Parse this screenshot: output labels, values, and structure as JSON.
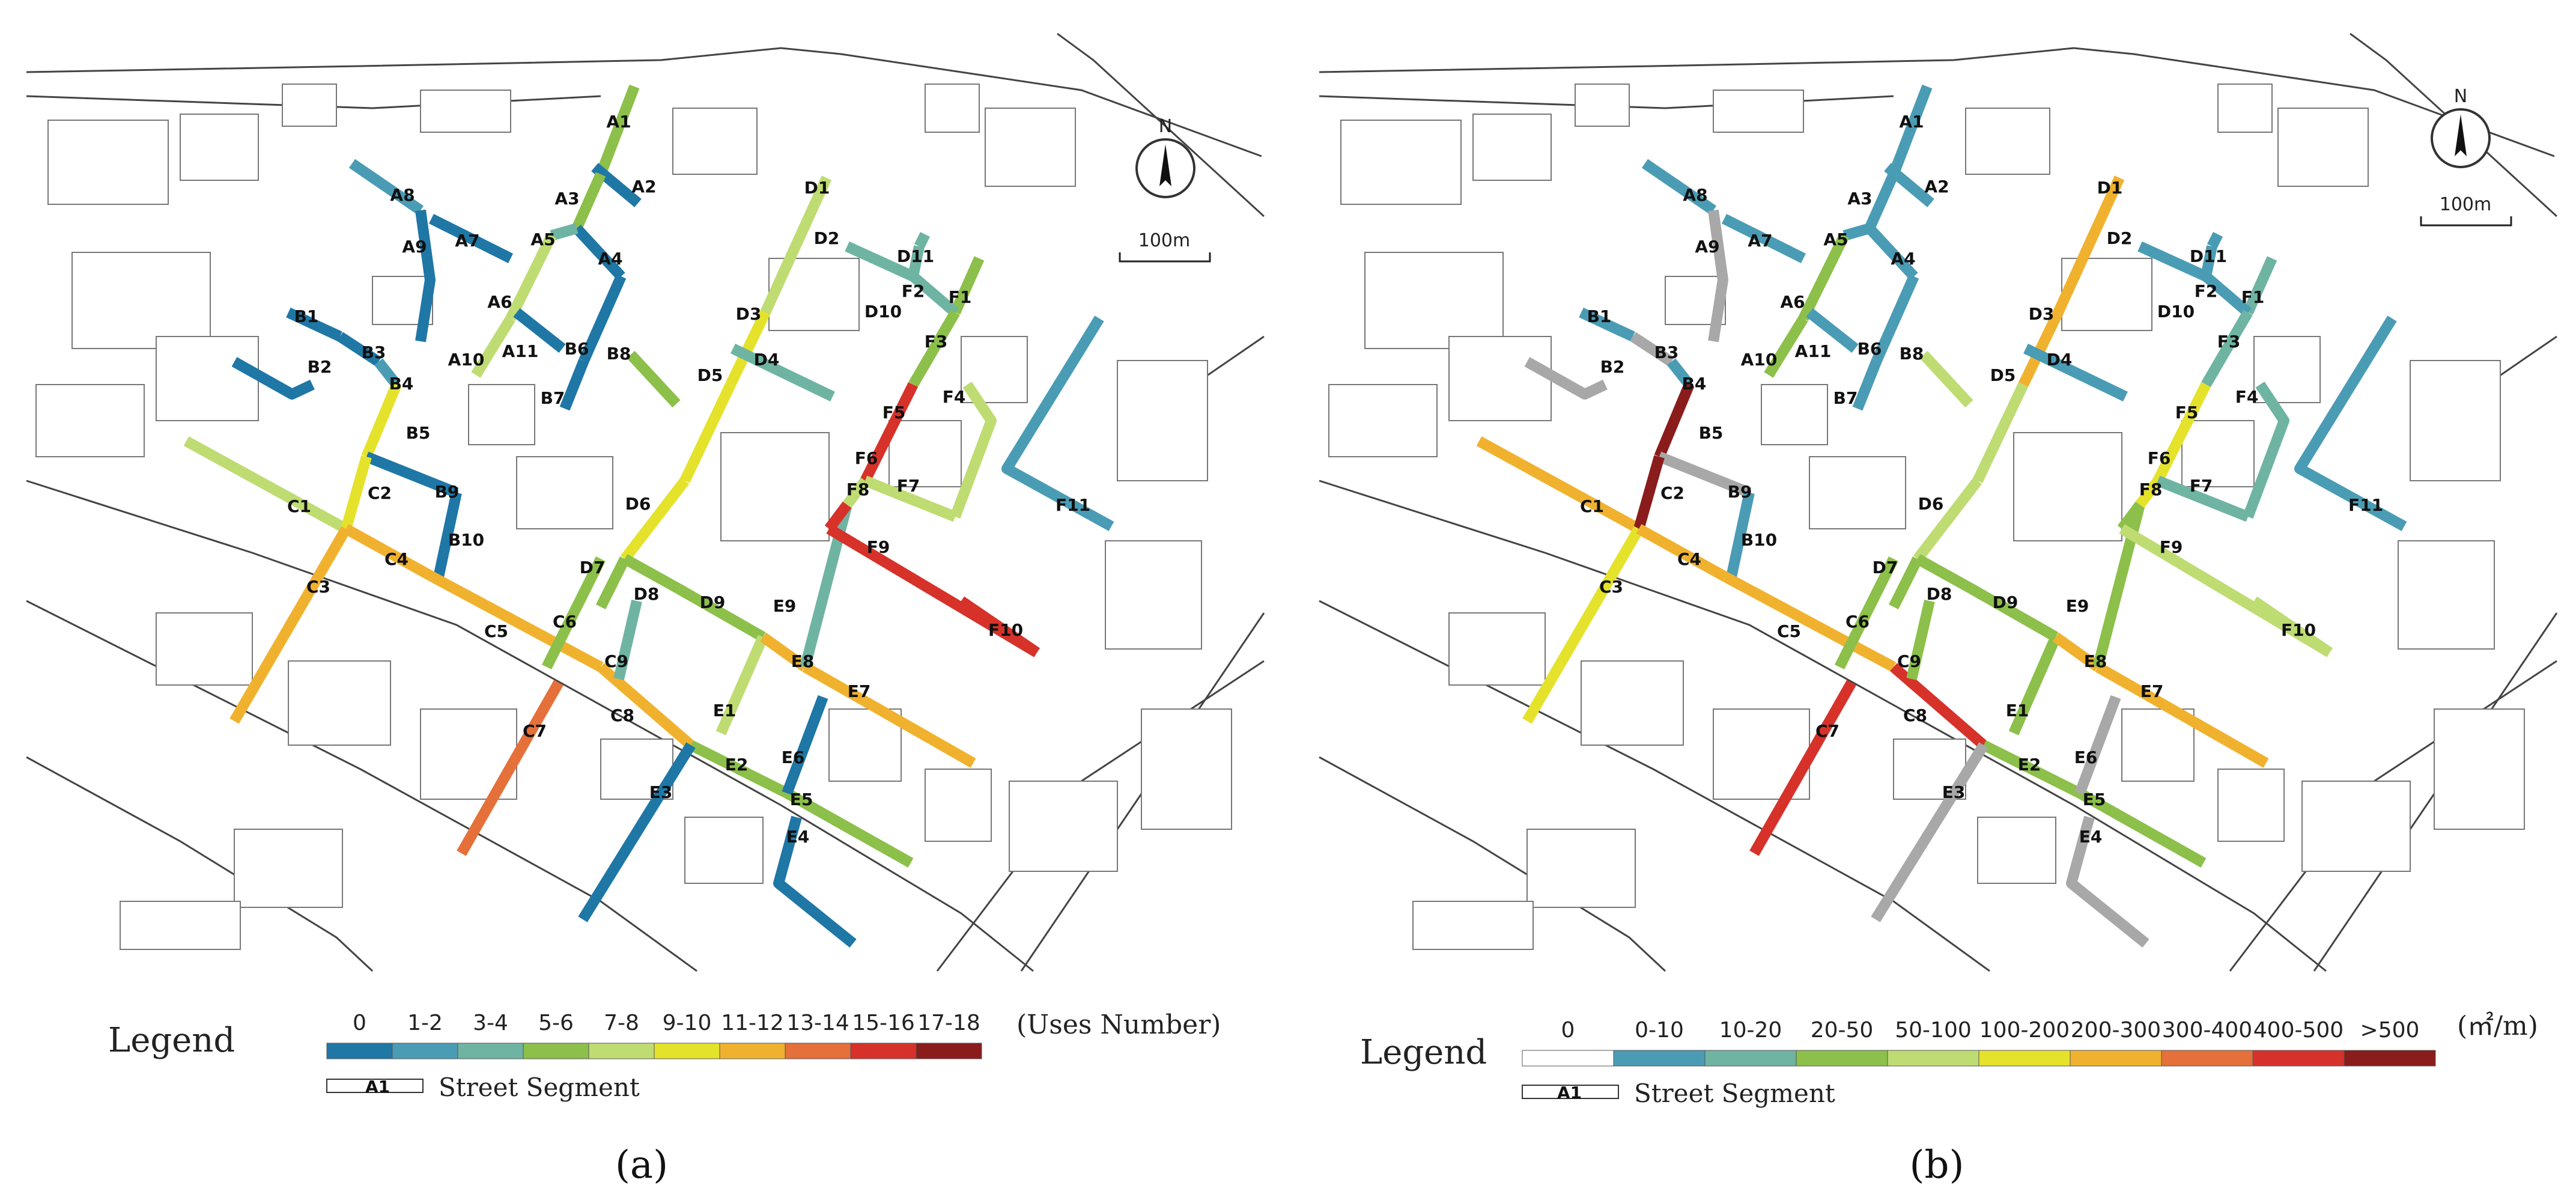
{
  "panels": [
    {
      "id": "a",
      "caption": "(a)",
      "legend": {
        "title": "Legend",
        "units": "(Uses Number)",
        "classes": [
          {
            "label": "0",
            "color": "#1f77a6"
          },
          {
            "label": "1-2",
            "color": "#4a9cb5"
          },
          {
            "label": "3-4",
            "color": "#6fb4a3"
          },
          {
            "label": "5-6",
            "color": "#8cc04a"
          },
          {
            "label": "7-8",
            "color": "#bfdc73"
          },
          {
            "label": "9-10",
            "color": "#e5e22b"
          },
          {
            "label": "11-12",
            "color": "#f0b22e"
          },
          {
            "label": "13-14",
            "color": "#e5703a"
          },
          {
            "label": "15-16",
            "color": "#d6322a"
          },
          {
            "label": "17-18",
            "color": "#8b1c1c"
          }
        ],
        "segment_key_label": "A1",
        "segment_key_text": "Street Segment"
      },
      "north_label": "N",
      "scale_label": "100m",
      "segments": [
        {
          "id": "A1",
          "cls": 3
        },
        {
          "id": "A2",
          "cls": 0
        },
        {
          "id": "A3",
          "cls": 3
        },
        {
          "id": "A4",
          "cls": 0
        },
        {
          "id": "A5",
          "cls": 2
        },
        {
          "id": "A6",
          "cls": 4
        },
        {
          "id": "A7",
          "cls": 0
        },
        {
          "id": "A8",
          "cls": 1
        },
        {
          "id": "A9",
          "cls": 0
        },
        {
          "id": "A10",
          "cls": 4
        },
        {
          "id": "A11",
          "cls": 0
        },
        {
          "id": "B1",
          "cls": 0
        },
        {
          "id": "B2",
          "cls": 0
        },
        {
          "id": "B3",
          "cls": 0
        },
        {
          "id": "B4",
          "cls": 1
        },
        {
          "id": "B5",
          "cls": 5
        },
        {
          "id": "B6",
          "cls": 0
        },
        {
          "id": "B7",
          "cls": 0
        },
        {
          "id": "B8",
          "cls": 3
        },
        {
          "id": "B9",
          "cls": 0
        },
        {
          "id": "B10",
          "cls": 0
        },
        {
          "id": "C1",
          "cls": 4
        },
        {
          "id": "C2",
          "cls": 5
        },
        {
          "id": "C3",
          "cls": 6
        },
        {
          "id": "C4",
          "cls": 6
        },
        {
          "id": "C5",
          "cls": 6
        },
        {
          "id": "C6",
          "cls": 3
        },
        {
          "id": "C7",
          "cls": 7
        },
        {
          "id": "C8",
          "cls": 6
        },
        {
          "id": "C9",
          "cls": 2
        },
        {
          "id": "D1",
          "cls": 4
        },
        {
          "id": "D2",
          "cls": 2
        },
        {
          "id": "D3",
          "cls": 5
        },
        {
          "id": "D4",
          "cls": 2
        },
        {
          "id": "D5",
          "cls": 5
        },
        {
          "id": "D6",
          "cls": 5
        },
        {
          "id": "D7",
          "cls": 3
        },
        {
          "id": "D8",
          "cls": 3
        },
        {
          "id": "D9",
          "cls": 3
        },
        {
          "id": "D10",
          "cls": 2
        },
        {
          "id": "D11",
          "cls": 2
        },
        {
          "id": "E1",
          "cls": 4
        },
        {
          "id": "E2",
          "cls": 3
        },
        {
          "id": "E3",
          "cls": 0
        },
        {
          "id": "E4",
          "cls": 0
        },
        {
          "id": "E5",
          "cls": 3
        },
        {
          "id": "E6",
          "cls": 0
        },
        {
          "id": "E7",
          "cls": 6
        },
        {
          "id": "E8",
          "cls": 6
        },
        {
          "id": "E9",
          "cls": 2
        },
        {
          "id": "F1",
          "cls": 3
        },
        {
          "id": "F2",
          "cls": 2
        },
        {
          "id": "F3",
          "cls": 3
        },
        {
          "id": "F4",
          "cls": 4
        },
        {
          "id": "F5",
          "cls": 8
        },
        {
          "id": "F6",
          "cls": 4
        },
        {
          "id": "F7",
          "cls": 4
        },
        {
          "id": "F8",
          "cls": 8
        },
        {
          "id": "F9",
          "cls": 8
        },
        {
          "id": "F10",
          "cls": 8
        },
        {
          "id": "F11",
          "cls": 1
        }
      ]
    },
    {
      "id": "b",
      "caption": "(b)",
      "legend": {
        "title": "Legend",
        "units": "(㎡/m)",
        "classes": [
          {
            "label": "0",
            "color": "#ffffff"
          },
          {
            "label": "0-10",
            "color": "#4a9cb5"
          },
          {
            "label": "10-20",
            "color": "#6fb4a3"
          },
          {
            "label": "20-50",
            "color": "#8cc04a"
          },
          {
            "label": "50-100",
            "color": "#bfdc73"
          },
          {
            "label": "100-200",
            "color": "#e5e22b"
          },
          {
            "label": "200-300",
            "color": "#f0b22e"
          },
          {
            "label": "300-400",
            "color": "#e5703a"
          },
          {
            "label": "400-500",
            "color": "#d6322a"
          },
          {
            "label": ">500",
            "color": "#8b1c1c"
          }
        ],
        "segment_key_label": "A1",
        "segment_key_text": "Street Segment"
      },
      "north_label": "N",
      "scale_label": "100m",
      "segments": [
        {
          "id": "A1",
          "cls": 1
        },
        {
          "id": "A2",
          "cls": 1
        },
        {
          "id": "A3",
          "cls": 1
        },
        {
          "id": "A4",
          "cls": 1
        },
        {
          "id": "A5",
          "cls": 1
        },
        {
          "id": "A6",
          "cls": 3
        },
        {
          "id": "A7",
          "cls": 1
        },
        {
          "id": "A8",
          "cls": 1
        },
        {
          "id": "A9",
          "cls": 0
        },
        {
          "id": "A10",
          "cls": 3
        },
        {
          "id": "A11",
          "cls": 1
        },
        {
          "id": "B1",
          "cls": 1
        },
        {
          "id": "B2",
          "cls": 0
        },
        {
          "id": "B3",
          "cls": 0
        },
        {
          "id": "B4",
          "cls": 1
        },
        {
          "id": "B5",
          "cls": 9
        },
        {
          "id": "B6",
          "cls": 1
        },
        {
          "id": "B7",
          "cls": 1
        },
        {
          "id": "B8",
          "cls": 4
        },
        {
          "id": "B9",
          "cls": 0
        },
        {
          "id": "B10",
          "cls": 1
        },
        {
          "id": "C1",
          "cls": 6
        },
        {
          "id": "C2",
          "cls": 9
        },
        {
          "id": "C3",
          "cls": 5
        },
        {
          "id": "C4",
          "cls": 6
        },
        {
          "id": "C5",
          "cls": 6
        },
        {
          "id": "C6",
          "cls": 3
        },
        {
          "id": "C7",
          "cls": 8
        },
        {
          "id": "C8",
          "cls": 8
        },
        {
          "id": "C9",
          "cls": 3
        },
        {
          "id": "D1",
          "cls": 6
        },
        {
          "id": "D2",
          "cls": 1
        },
        {
          "id": "D3",
          "cls": 6
        },
        {
          "id": "D4",
          "cls": 1
        },
        {
          "id": "D5",
          "cls": 4
        },
        {
          "id": "D6",
          "cls": 4
        },
        {
          "id": "D7",
          "cls": 3
        },
        {
          "id": "D8",
          "cls": 3
        },
        {
          "id": "D9",
          "cls": 3
        },
        {
          "id": "D10",
          "cls": 1
        },
        {
          "id": "D11",
          "cls": 1
        },
        {
          "id": "E1",
          "cls": 3
        },
        {
          "id": "E2",
          "cls": 3
        },
        {
          "id": "E3",
          "cls": 0
        },
        {
          "id": "E4",
          "cls": 0
        },
        {
          "id": "E5",
          "cls": 3
        },
        {
          "id": "E6",
          "cls": 0
        },
        {
          "id": "E7",
          "cls": 6
        },
        {
          "id": "E8",
          "cls": 6
        },
        {
          "id": "E9",
          "cls": 3
        },
        {
          "id": "F1",
          "cls": 2
        },
        {
          "id": "F2",
          "cls": 1
        },
        {
          "id": "F3",
          "cls": 2
        },
        {
          "id": "F4",
          "cls": 2
        },
        {
          "id": "F5",
          "cls": 5
        },
        {
          "id": "F6",
          "cls": 5
        },
        {
          "id": "F7",
          "cls": 2
        },
        {
          "id": "F8",
          "cls": 3
        },
        {
          "id": "F9",
          "cls": 4
        },
        {
          "id": "F10",
          "cls": 4
        },
        {
          "id": "F11",
          "cls": 1
        }
      ]
    }
  ]
}
